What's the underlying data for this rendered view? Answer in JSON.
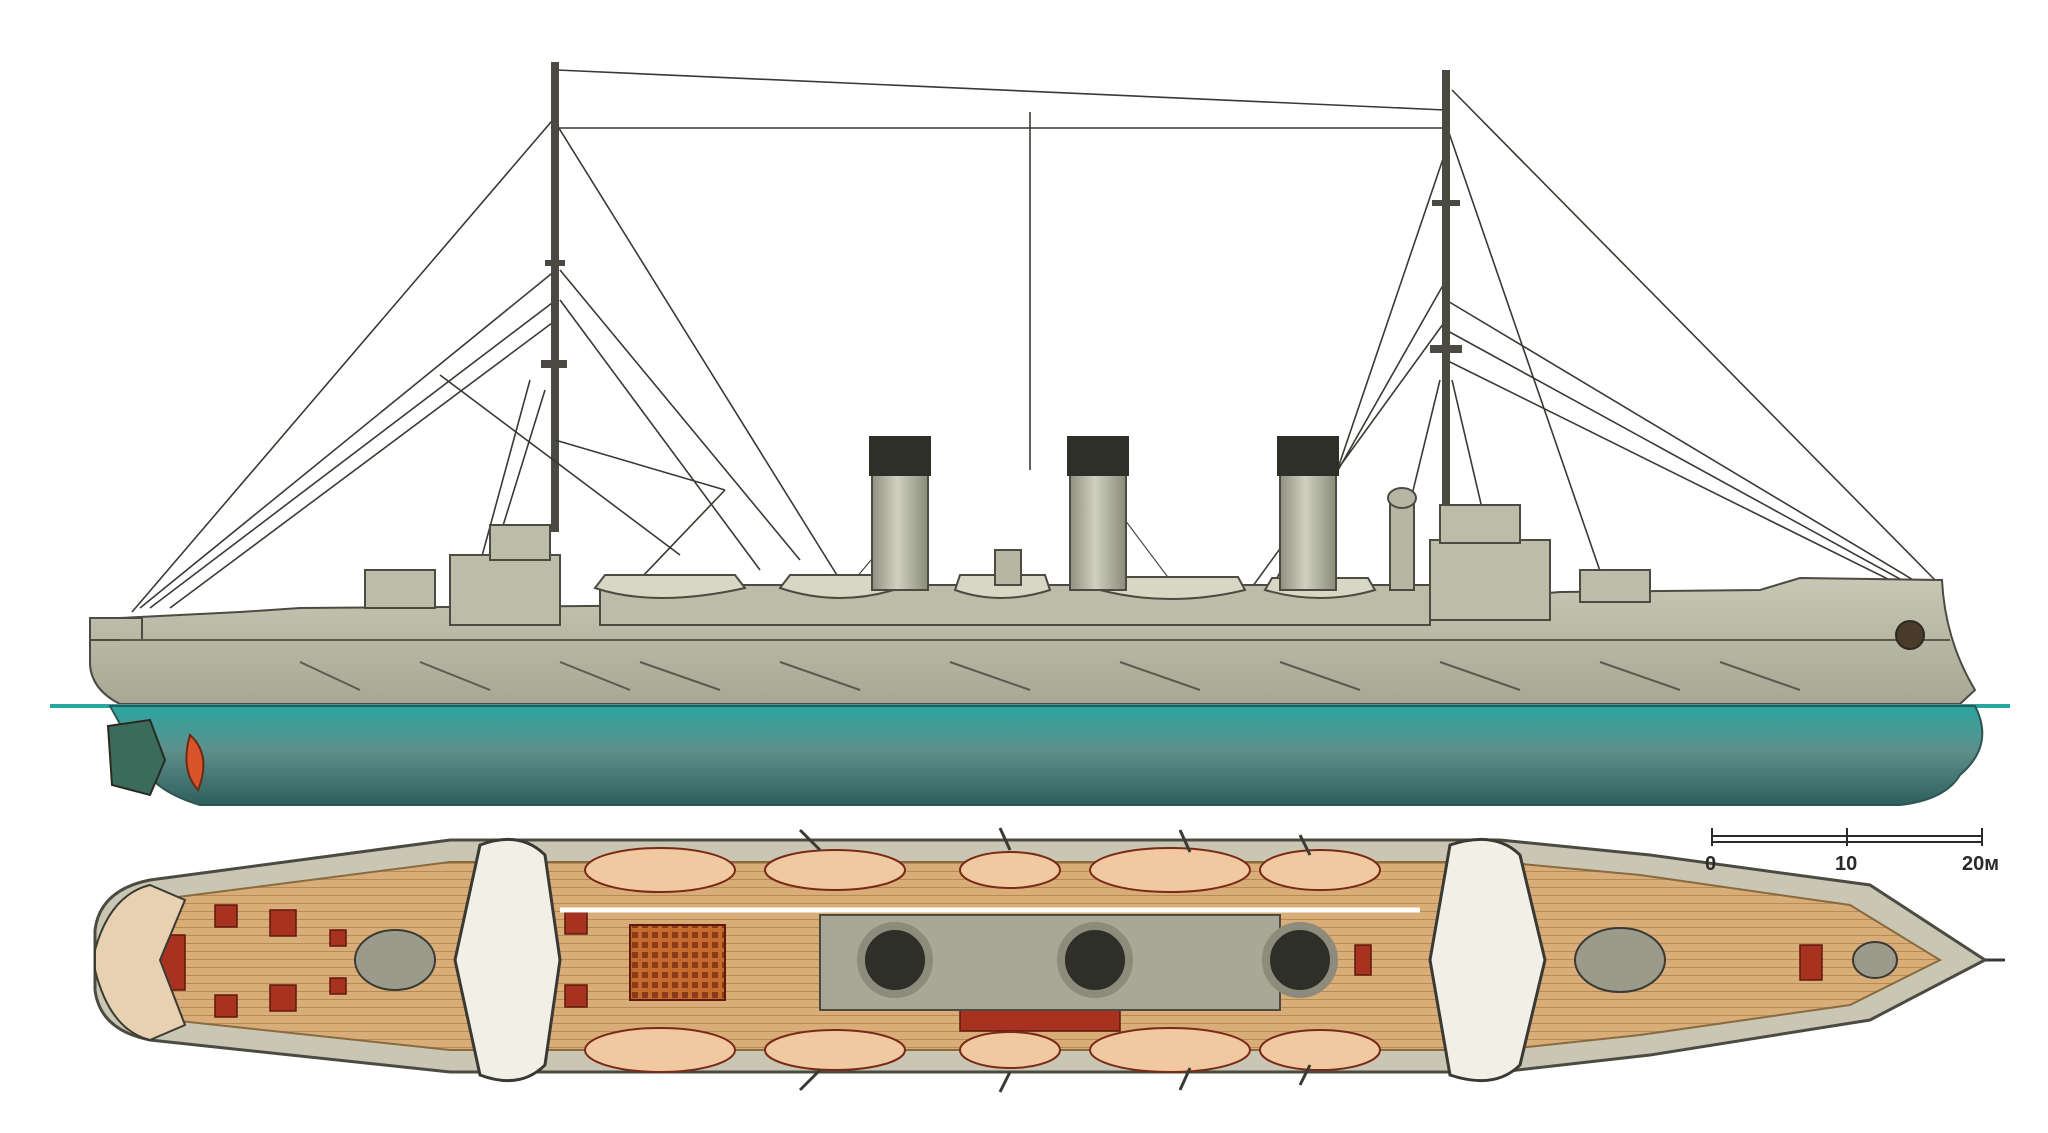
{
  "scale_bar": {
    "ticks": [
      "0",
      "10",
      "20м"
    ]
  },
  "colors": {
    "hull_upper": "#b9b9a4",
    "hull_lower": "#2f7b76",
    "waterline": "#2aa6a0",
    "deck_wood": "#d9ad78",
    "deck_red": "#a8321f",
    "funnel_cap": "#2f2f2a",
    "line": "#3a3a34"
  },
  "icons": [
    "funnel-icon",
    "mast-icon",
    "lifeboat-icon",
    "gun-turret-icon",
    "anchor-icon"
  ]
}
